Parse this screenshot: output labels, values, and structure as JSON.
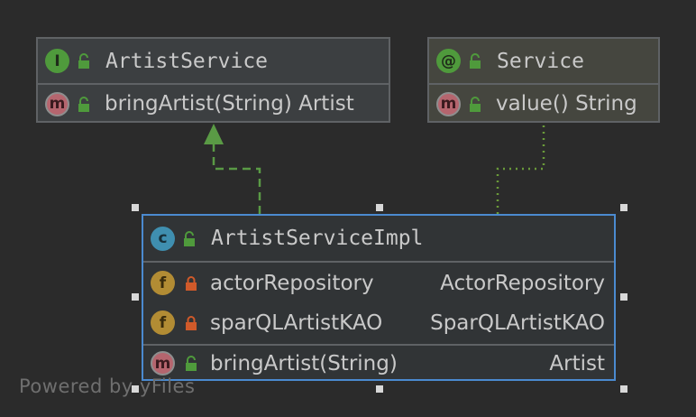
{
  "nodes": {
    "artist_service": {
      "kind_badge": "I",
      "title": "ArtistService",
      "methods": [
        {
          "badge": "m",
          "signature": "bringArtist(String) Artist"
        }
      ]
    },
    "service": {
      "kind_badge": "@",
      "title": "Service",
      "methods": [
        {
          "badge": "m",
          "signature": "value() String"
        }
      ]
    },
    "artist_service_impl": {
      "kind_badge": "c",
      "title": "ArtistServiceImpl",
      "fields": [
        {
          "badge": "f",
          "name": "actorRepository",
          "type": "ActorRepository"
        },
        {
          "badge": "f",
          "name": "sparQLArtistKAO",
          "type": "SparQLArtistKAO"
        }
      ],
      "methods": [
        {
          "badge": "m",
          "name": "bringArtist(String)",
          "type": "Artist"
        }
      ]
    }
  },
  "watermark": "Powered by yFiles",
  "colors": {
    "background": "#2b2b2b",
    "inheritance_edge": "#5a9a45",
    "annotation_edge": "#6a9a3a",
    "selection_border": "#4b8ad0",
    "public_lock": "#4f9a3c",
    "private_lock": "#d05a2a"
  }
}
